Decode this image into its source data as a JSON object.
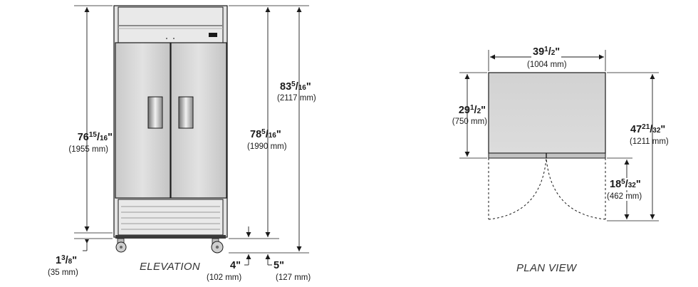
{
  "elevation": {
    "caption": "ELEVATION",
    "dims": {
      "height_to_top_main": {
        "whole": "76",
        "num": "15",
        "den": "16",
        "unit": "\"",
        "metric": "(1955 mm)"
      },
      "height_door_top": {
        "whole": "78",
        "num": "5",
        "den": "16",
        "unit": "\"",
        "metric": "(1990 mm)"
      },
      "overall_height": {
        "whole": "83",
        "num": "5",
        "den": "16",
        "unit": "\"",
        "metric": "(2117 mm)"
      },
      "base_gap": {
        "whole": "1",
        "num": "3",
        "den": "8",
        "unit": "\"",
        "metric": "(35 mm)"
      },
      "caster_4": {
        "value": "4\"",
        "metric": "(102 mm)"
      },
      "caster_5": {
        "value": "5\"",
        "metric": "(127 mm)"
      }
    }
  },
  "plan": {
    "caption": "PLAN VIEW",
    "dims": {
      "width": {
        "whole": "39",
        "num": "1",
        "den": "2",
        "unit": "\"",
        "metric": "(1004 mm)"
      },
      "depth_cabinet": {
        "whole": "29",
        "num": "1",
        "den": "2",
        "unit": "\"",
        "metric": "(750 mm)"
      },
      "depth_total": {
        "whole": "47",
        "num": "21",
        "den": "32",
        "unit": "\"",
        "metric": "(1211 mm)"
      },
      "door_swing": {
        "whole": "18",
        "num": "5",
        "den": "32",
        "unit": "\"",
        "metric": "(462 mm)"
      }
    }
  },
  "colors": {
    "line": "#1a1a1a",
    "cabinet_fill": "#d6d6d6",
    "panel_light": "#e6e6e6",
    "panel_dark": "#9a9a9a"
  }
}
